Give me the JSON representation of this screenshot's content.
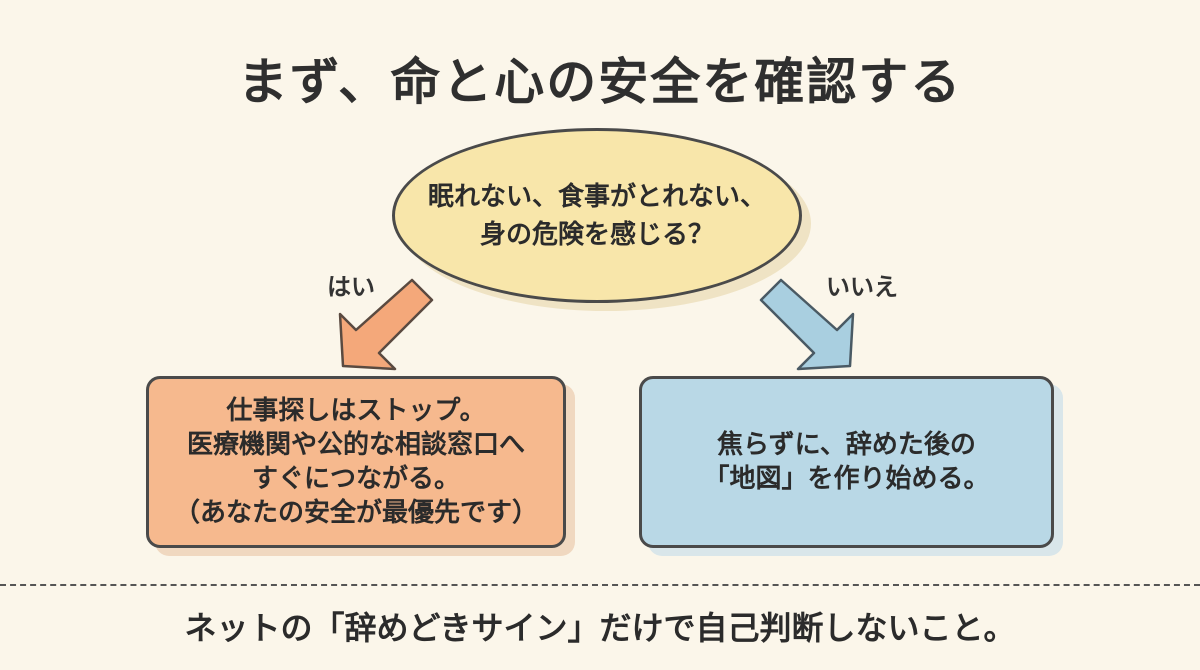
{
  "title": "まず、命と心の安全を確認する",
  "question": {
    "lines": [
      "眠れない、食事がとれない、",
      "身の危険を感じる？"
    ]
  },
  "branches": {
    "yes": {
      "label": "はい",
      "color": "#f6b98e",
      "arrow_color": "#f4a87a",
      "lines": [
        "仕事探しはストップ。",
        "医療機関や公的な相談窓口へ",
        "すぐにつながる。",
        "（あなたの安全が最優先です）"
      ]
    },
    "no": {
      "label": "いいえ",
      "color": "#b9d8e6",
      "arrow_color": "#a9cfe0",
      "lines": [
        "焦らずに、辞めた後の",
        "「地図」を作り始める。"
      ]
    }
  },
  "footer": "ネットの「辞めどきサイン」だけで自己判断しないこと。"
}
